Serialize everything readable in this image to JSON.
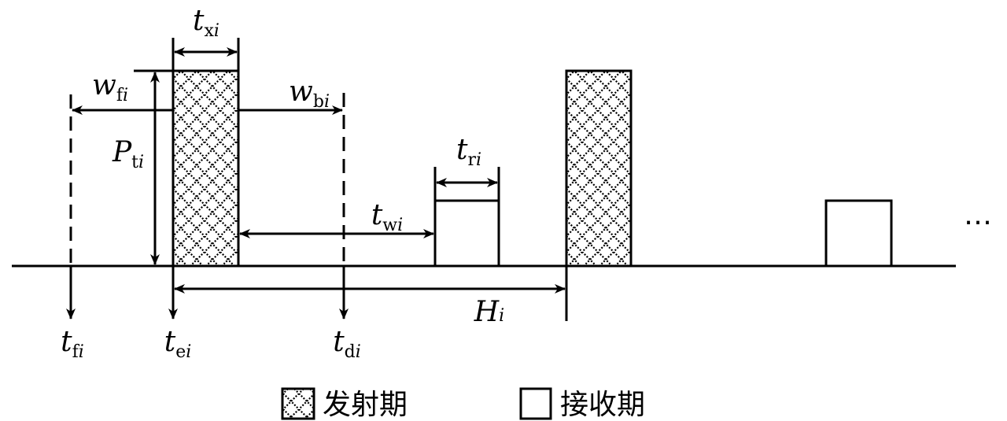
{
  "labels": {
    "t_x": {
      "main": "t",
      "sub": "x",
      "idx": "i"
    },
    "w_f": {
      "main": "w",
      "sub": "f",
      "idx": "i"
    },
    "w_b": {
      "main": "w",
      "sub": "b",
      "idx": "i"
    },
    "P_t": {
      "main": "P",
      "sub": "t",
      "idx": "i"
    },
    "t_r": {
      "main": "t",
      "sub": "r",
      "idx": "i"
    },
    "t_w": {
      "main": "t",
      "sub": "w",
      "idx": "i"
    },
    "H": {
      "main": "H",
      "sub": "",
      "idx": "i"
    },
    "t_f": {
      "main": "t",
      "sub": "f",
      "idx": "i"
    },
    "t_e": {
      "main": "t",
      "sub": "e",
      "idx": "i"
    },
    "t_d": {
      "main": "t",
      "sub": "d",
      "idx": "i"
    }
  },
  "ellipsis": "…",
  "legend": {
    "transmit": "发射期",
    "receive": "接收期"
  }
}
